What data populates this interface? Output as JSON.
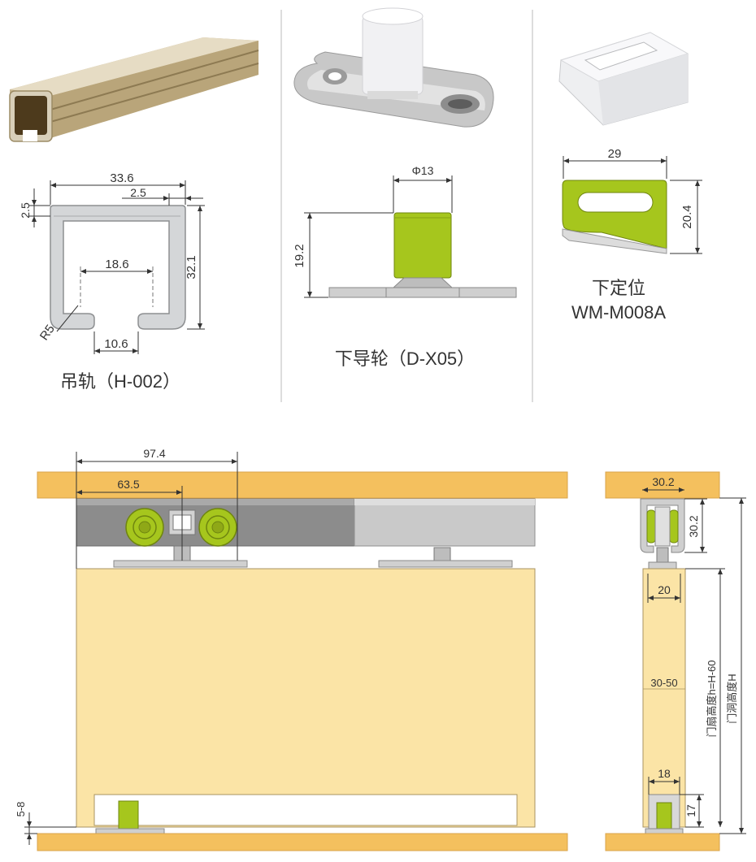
{
  "colors": {
    "accent_green": "#a6c61d",
    "wood": "#fbe4a6",
    "wood_frame": "#f4c05e",
    "aluminium": "#c9c9c9",
    "track_dark": "#8c8c8c",
    "dimension_line": "#333333"
  },
  "products": {
    "rail": {
      "caption": "吊轨（H-002）",
      "dims": {
        "width": "33.6",
        "lip": "2.5",
        "top_thickness": "2.5",
        "height": "32.1",
        "inner": "18.6",
        "opening": "10.6",
        "radius": "R5"
      }
    },
    "guide_wheel": {
      "caption": "下导轮（D-X05）",
      "dims": {
        "diameter": "Φ13",
        "height": "19.2"
      }
    },
    "stopper": {
      "caption_line1": "下定位",
      "caption_line2": "WM-M008A",
      "dims": {
        "width": "29",
        "height": "20.4"
      }
    }
  },
  "assembly": {
    "front": {
      "dim_total": "97.4",
      "dim_wheel": "63.5",
      "gap": "5-8"
    },
    "side": {
      "rail_width": "30.2",
      "rail_height": "30.2",
      "door_thickness": "20",
      "gap_range": "30-50",
      "guide_width": "18",
      "guide_height": "17",
      "door_height_label": "门扇高度h=H-60",
      "opening_height_label": "门洞高度H"
    }
  }
}
